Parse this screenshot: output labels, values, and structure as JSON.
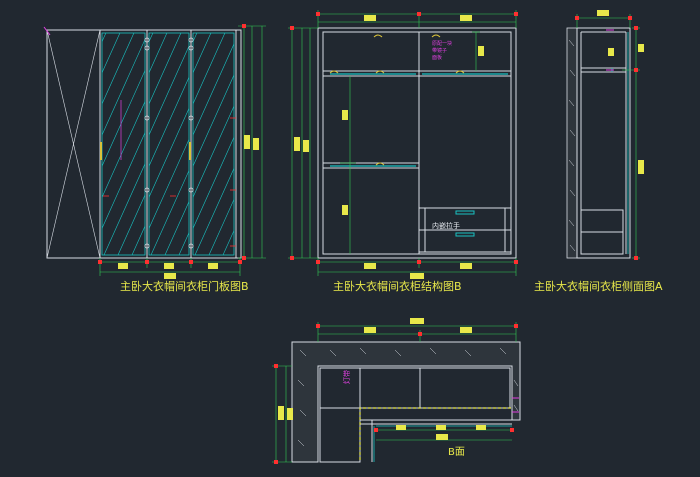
{
  "drawing": {
    "title_door_panel": "主卧大衣帽间衣柜门板图B",
    "title_structure": "主卧大衣帽间衣柜结构图B",
    "title_side": "主卧大衣帽间衣柜侧面图A",
    "label_handle": "内嵌拉手",
    "label_b_face": "B面",
    "label_lamp": "灯带",
    "note_lines": [
      "原配一块",
      "带镜子",
      "面板"
    ],
    "colors": {
      "background": "#212830",
      "outline": "#d8dde4",
      "glass": "#19c2c2",
      "dimension": "#e8e84a",
      "dim_tick": "#ff3030",
      "ext_line": "#33cc55",
      "accent": "#e040e0",
      "handle": "#d9c23a"
    }
  }
}
